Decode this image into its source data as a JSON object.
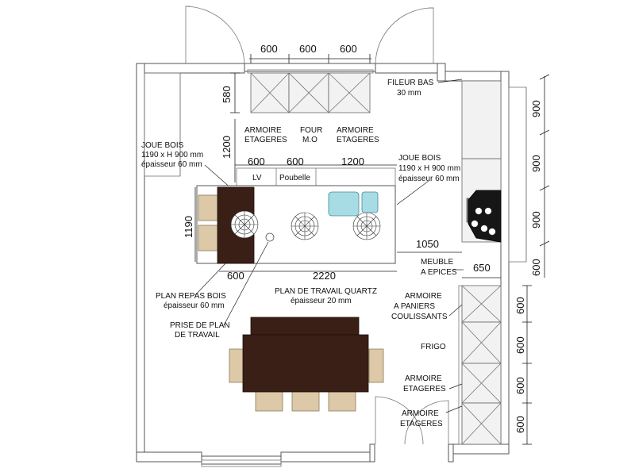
{
  "dimensions": {
    "top_1": "600",
    "top_2": "600",
    "top_3": "600",
    "depth_top": "580",
    "left_vertical": "1200",
    "strip_lv": "600",
    "strip_poubelle": "600",
    "strip_right": "1200",
    "island_height": "1190",
    "island_bottom_left": "600",
    "island_bottom_total": "2220",
    "right_1050": "1050",
    "right_650": "650",
    "right_900_a": "900",
    "right_900_b": "900",
    "right_900_c": "900",
    "right_600_a": "600",
    "right_600_b": "600",
    "right_600_c": "600",
    "right_600_d": "600",
    "right_600_e": "600"
  },
  "labels": {
    "armoire_etageres_left": [
      "ARMOIRE",
      "ETAGERES"
    ],
    "four_mo": [
      "FOUR",
      "M.O"
    ],
    "armoire_etageres_right": [
      "ARMOIRE",
      "ETAGERES"
    ],
    "fileur_bas": [
      "FILEUR BAS",
      "30 mm"
    ],
    "joue_bois_left": [
      "JOUE BOIS",
      "1190 x H 900 mm",
      "épaisseur 60 mm"
    ],
    "joue_bois_right": [
      "JOUE BOIS",
      "1190 x H 900 mm",
      "épaisseur 60 mm"
    ],
    "lv": "LV",
    "poubelle": "Poubelle",
    "meuble_epices": [
      "MEUBLE",
      "A EPICES"
    ],
    "plan_repas": [
      "PLAN REPAS BOIS",
      "épaisseur 60 mm"
    ],
    "plan_travail": [
      "PLAN DE TRAVAIL QUARTZ",
      "épaisseur 20 mm"
    ],
    "armoire_paniers": [
      "ARMOIRE",
      "A PANIERS",
      "COULISSANTS"
    ],
    "prise_plan": [
      "PRISE DE PLAN",
      "DE TRAVAIL"
    ],
    "frigo": "FRIGO",
    "armoire_etageres_low1": [
      "ARMOIRE",
      "ETAGERES"
    ],
    "armoire_etageres_low2": [
      "ARMOIRE",
      "ETAGERES"
    ]
  },
  "colors": {
    "wood": "#3a1f17",
    "chair": "#ddc9a7",
    "sink": "#a8dce4",
    "wall": "#555555"
  }
}
